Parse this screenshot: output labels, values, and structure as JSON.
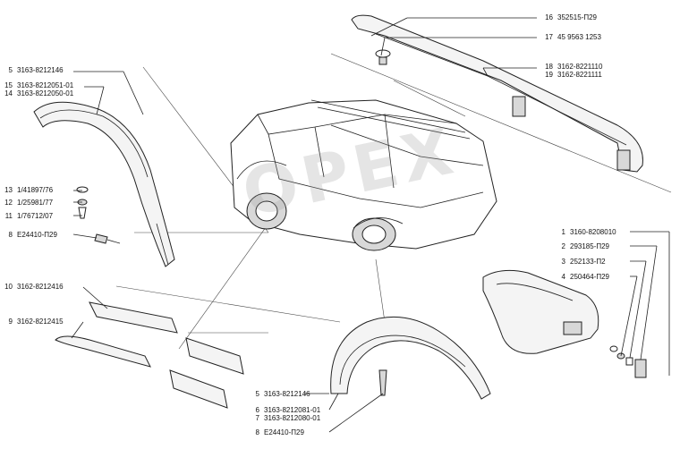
{
  "watermark": "OPEX",
  "labels": {
    "l16": {
      "num": "16",
      "code": "352515-П29"
    },
    "l17": {
      "num": "17",
      "code": "45 9563 1253"
    },
    "l18": {
      "num": "18",
      "code": "3162-8221110"
    },
    "l19": {
      "num": "19",
      "code": "3162-8221111"
    },
    "l5a": {
      "num": "5",
      "code": "3163-8212146"
    },
    "l15": {
      "num": "15",
      "code": "3163-8212051-01"
    },
    "l14": {
      "num": "14",
      "code": "3163-8212050-01"
    },
    "l13": {
      "num": "13",
      "code": "1/41897/76"
    },
    "l12": {
      "num": "12",
      "code": "1/25981/77"
    },
    "l11": {
      "num": "11",
      "code": "1/76712/07"
    },
    "l8a": {
      "num": "8",
      "code": "E24410-П29"
    },
    "l10": {
      "num": "10",
      "code": "3162-8212416"
    },
    "l9": {
      "num": "9",
      "code": "3162-8212415"
    },
    "l1": {
      "num": "1",
      "code": "3160-8208010"
    },
    "l2": {
      "num": "2",
      "code": "293185-П29"
    },
    "l3": {
      "num": "3",
      "code": "252133-П2"
    },
    "l4": {
      "num": "4",
      "code": "250464-П29"
    },
    "l5b": {
      "num": "5",
      "code": "3163-8212146"
    },
    "l6": {
      "num": "6",
      "code": "3163-8212081-01"
    },
    "l7": {
      "num": "7",
      "code": "3163-8212080-01"
    },
    "l8b": {
      "num": "8",
      "code": "E24410-П29"
    }
  }
}
